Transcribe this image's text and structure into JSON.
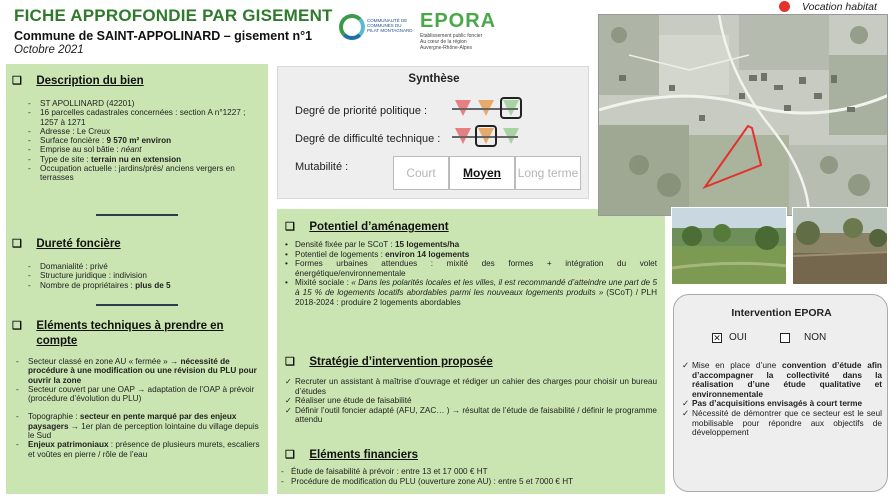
{
  "header": {
    "title": "FICHE APPROFONDIE PAR GISEMENT",
    "subtitle": "Commune de SAINT-APPOLINARD – gisement n°1",
    "date": "Octobre 2021"
  },
  "logos": {
    "ccpm_text": "COMMUNAUTÉ DE COMMUNES DU PILAT MONTAGNARD",
    "epora_name": "EPORA",
    "epora_tag1": "Etablissement public foncier",
    "epora_tag2": "Au cœur de la région",
    "epora_tag3": "Auvergne-Rhône-Alpes"
  },
  "legend": {
    "vocation": "Vocation habitat",
    "vocation_color": "#e3322b"
  },
  "description": {
    "title": "Description du bien",
    "items": [
      "ST APOLLINARD (42201)",
      "16 parcelles cadastrales concernées : section A n°1227 ; 1257 à 1271",
      "Adresse : Le Creux",
      "Surface foncière : ",
      "Emprise au sol bâtie : ",
      "Type de site : ",
      "Occupation actuelle : jardins/prés/ anciens vergers en terrasses"
    ],
    "surface_value": "9 570 m² environ",
    "emprise_value": "néant",
    "type_value": "terrain nu en extension"
  },
  "durete": {
    "title": "Dureté foncière",
    "items": [
      "Domanialité : privé",
      "Structure juridique : indivision",
      "Nombre de propriétaires : "
    ],
    "nb_value": "plus de 5"
  },
  "elements_tech": {
    "title": "Eléments techniques à prendre en compte",
    "item1_a": "Secteur classé en zone AU « fermée » → ",
    "item1_b": "nécessité de procédure à une modification ou une révision du PLU pour ouvrir la zone",
    "item2": "Secteur couvert par une OAP → adaptation de l’OAP à prévoir (procédure d’évolution du PLU)",
    "item3_a": "Topographie : ",
    "item3_b": "secteur en pente marqué par des enjeux paysagers",
    "item3_c": " → 1er plan de perception lointaine du village depuis le Sud",
    "item4_a": "Enjeux patrimoniaux",
    "item4_b": " : présence de plusieurs murets, escaliers et voûtes en pierre / rôle de l’eau"
  },
  "synthese": {
    "title": "Synthèse",
    "priorite_label": "Degré de priorité politique :",
    "difficulte_label": "Degré de difficulté technique :",
    "mutabilite_label": "Mutabilité :",
    "mutabilite_options": [
      "Court",
      "Moyen",
      "Long terme"
    ],
    "mutabilite_selected": "Moyen",
    "priorite_selected": "green",
    "difficulte_selected": "orange"
  },
  "potentiel": {
    "title": "Potentiel d’aménagement",
    "items": [
      "Densité fixée par le SCoT : ",
      "Potentiel de logements : ",
      "Formes urbaines attendues : mixité des formes + intégration du volet énergétique/environnementale"
    ],
    "densite_value": "15 logements/ha",
    "potentiel_value": "environ 14 logements",
    "mixite_a": "Mixité sociale : ",
    "mixite_b": "« Dans les polarités locales et les villes, il est recommandé d’atteindre une part de 5 à 15 % de logements locatifs abordables parmi les nouveaux logements produits »",
    "mixite_c": " (SCoT) / PLH 2018-2024 : produire 2 logements abordables"
  },
  "strategie": {
    "title": "Stratégie d’intervention proposée",
    "items": [
      "Recruter un assistant à maîtrise d’ouvrage  et rédiger un cahier des charges pour choisir un bureau d’études",
      "Réaliser une étude de faisabilité",
      "Définir l’outil foncier adapté (AFU, ZAC… ) → résultat de l’étude de faisabilité / définir le programme attendu"
    ]
  },
  "financiers": {
    "title": "Eléments financiers",
    "items": [
      "Étude de faisabilité à prévoir : entre 13 et 17 000 € HT",
      "Procédure de modification du PLU (ouverture zone AU) : entre 5 et 7000 € HT"
    ]
  },
  "intervention": {
    "title": "Intervention EPORA",
    "oui_label": "OUI",
    "non_label": "NON",
    "oui_checked": true,
    "non_checked": false,
    "item1_a": "Mise en place d’une ",
    "item1_b": "convention d’étude afin d’accompagner la collectivité dans la réalisation d’une étude qualitative et environnementale",
    "item2": "Pas d’acquisitions envisagés à court terme",
    "item3": "Nécessité de démontrer que ce secteur est le seul mobilisable pour répondre aux objectifs de développement"
  }
}
